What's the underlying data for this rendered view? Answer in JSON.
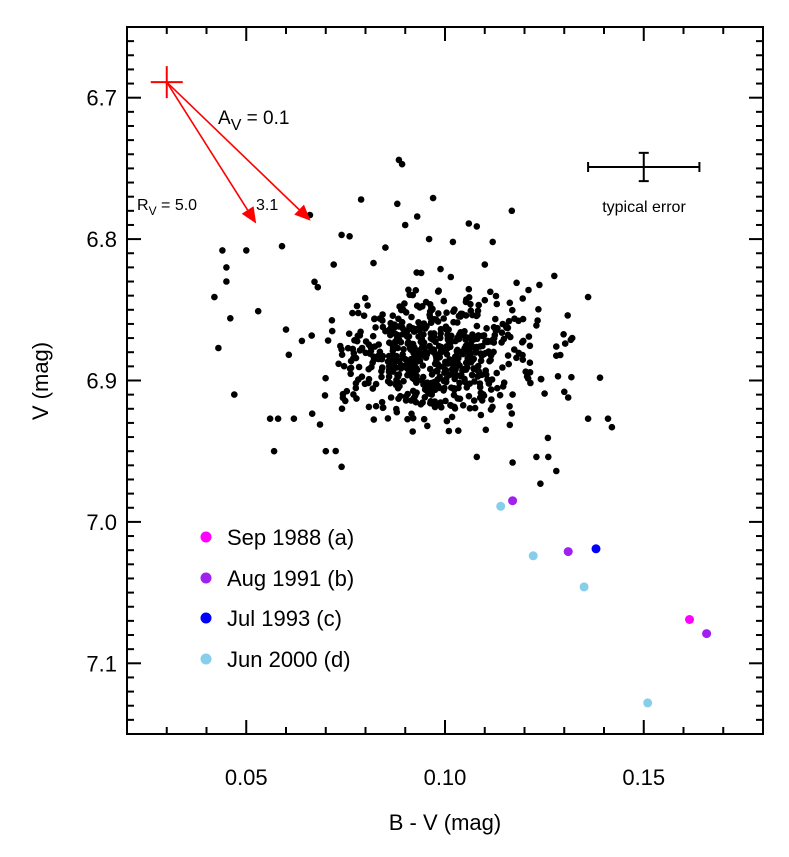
{
  "chart_data": {
    "type": "scatter",
    "title": "",
    "xlabel": "B - V (mag)",
    "ylabel": "V (mag)",
    "xlim": [
      0.02,
      0.18
    ],
    "ylim": [
      7.15,
      6.65
    ],
    "y_inverted": true,
    "x_ticks": [
      {
        "value": 0.05,
        "label": "0.05"
      },
      {
        "value": 0.1,
        "label": "0.10"
      },
      {
        "value": 0.15,
        "label": "0.15"
      }
    ],
    "x_minor_step": 0.01,
    "y_ticks": [
      {
        "value": 6.7,
        "label": "6.7"
      },
      {
        "value": 6.8,
        "label": "6.8"
      },
      {
        "value": 6.9,
        "label": "6.9"
      },
      {
        "value": 7.0,
        "label": "7.0"
      },
      {
        "value": 7.1,
        "label": "7.1"
      }
    ],
    "y_minor_step": 0.01,
    "grid": false,
    "legend_position": "lower-left inside",
    "series": [
      {
        "name": "photometry (black points)",
        "color": "#000000",
        "marker_radius": 3.3,
        "cloud": {
          "count": 640,
          "center": [
            0.097,
            6.882
          ],
          "sigma": [
            0.0125,
            0.022
          ],
          "clip_x": [
            0.058,
            0.135
          ],
          "clip_y": [
            6.8,
            6.96
          ],
          "seed": 1337
        },
        "points": [
          [
            0.0884,
            6.744
          ],
          [
            0.0892,
            6.747
          ],
          [
            0.0789,
            6.772
          ],
          [
            0.097,
            6.771
          ],
          [
            0.1168,
            6.78
          ],
          [
            0.066,
            6.783
          ],
          [
            0.088,
            6.775
          ],
          [
            0.093,
            6.784
          ],
          [
            0.09,
            6.79
          ],
          [
            0.106,
            6.789
          ],
          [
            0.108,
            6.791
          ],
          [
            0.044,
            6.808
          ],
          [
            0.05,
            6.808
          ],
          [
            0.059,
            6.805
          ],
          [
            0.045,
            6.82
          ],
          [
            0.045,
            6.83
          ],
          [
            0.042,
            6.841
          ],
          [
            0.046,
            6.856
          ],
          [
            0.053,
            6.851
          ],
          [
            0.043,
            6.877
          ],
          [
            0.047,
            6.91
          ],
          [
            0.056,
            6.927
          ],
          [
            0.058,
            6.927
          ],
          [
            0.062,
            6.927
          ],
          [
            0.057,
            6.95
          ],
          [
            0.07,
            6.95
          ],
          [
            0.074,
            6.961
          ],
          [
            0.136,
            6.841
          ],
          [
            0.139,
            6.898
          ],
          [
            0.131,
            6.912
          ],
          [
            0.136,
            6.927
          ],
          [
            0.141,
            6.927
          ],
          [
            0.142,
            6.933
          ],
          [
            0.123,
            6.954
          ],
          [
            0.126,
            6.954
          ],
          [
            0.128,
            6.964
          ],
          [
            0.124,
            6.973
          ],
          [
            0.117,
            6.958
          ],
          [
            0.108,
            6.954
          ],
          [
            0.1275,
            6.826
          ],
          [
            0.121,
            6.836
          ],
          [
            0.123,
            6.861
          ],
          [
            0.128,
            6.876
          ],
          [
            0.129,
            6.882
          ],
          [
            0.117,
            6.91
          ],
          [
            0.13,
            6.908
          ],
          [
            0.132,
            6.87
          ],
          [
            0.074,
            6.797
          ],
          [
            0.076,
            6.798
          ],
          [
            0.06,
            6.864
          ],
          [
            0.064,
            6.872
          ],
          [
            0.068,
            6.834
          ],
          [
            0.072,
            6.818
          ],
          [
            0.082,
            6.817
          ],
          [
            0.085,
            6.806
          ],
          [
            0.112,
            6.802
          ],
          [
            0.11,
            6.818
          ],
          [
            0.102,
            6.802
          ],
          [
            0.096,
            6.8
          ]
        ]
      },
      {
        "name": "Sep 1988 (a)",
        "color": "#ff00ff",
        "marker_radius": 4.5,
        "points": [
          [
            0.1615,
            7.069
          ]
        ]
      },
      {
        "name": "Aug 1991 (b)",
        "color": "#a020f0",
        "marker_radius": 4.5,
        "points": [
          [
            0.117,
            6.985
          ],
          [
            0.131,
            7.021
          ],
          [
            0.1658,
            7.079
          ]
        ]
      },
      {
        "name": "Jul 1993 (c)",
        "color": "#0000ff",
        "marker_radius": 4.5,
        "points": [
          [
            0.138,
            7.019
          ]
        ]
      },
      {
        "name": "Jun 2000 (d)",
        "color": "#87ceeb",
        "marker_radius": 4.5,
        "points": [
          [
            0.114,
            6.989
          ],
          [
            0.1222,
            7.024
          ],
          [
            0.135,
            7.046
          ],
          [
            0.151,
            7.128
          ]
        ]
      }
    ],
    "legend": [
      {
        "label": "Sep 1988 (a)",
        "color": "#ff00ff"
      },
      {
        "label": "Aug 1991 (b)",
        "color": "#a020f0"
      },
      {
        "label": "Jul 1993 (c)",
        "color": "#0000ff"
      },
      {
        "label": "Jun 2000 (d)",
        "color": "#87ceeb"
      }
    ],
    "annotations": {
      "origin_cross": {
        "x": 0.03,
        "y": 6.689,
        "color": "#ff0000"
      },
      "reddening_vectors": [
        {
          "label": "R_V = 5.0",
          "to": [
            0.0525,
            6.789
          ],
          "color": "#ff0000"
        },
        {
          "label": "3.1",
          "to": [
            0.0662,
            6.787
          ],
          "color": "#ff0000"
        }
      ],
      "extinction_label": {
        "main": "A",
        "sub": "V",
        "rest": " = 0.1"
      },
      "rv_label": {
        "main": "R",
        "sub": "V",
        "rest": " = 5.0"
      },
      "rv_label2": "3.1",
      "typical_error": {
        "label": "typical error",
        "x": 0.15,
        "y": 6.749,
        "dx": 0.014,
        "dy": 0.01
      }
    }
  }
}
